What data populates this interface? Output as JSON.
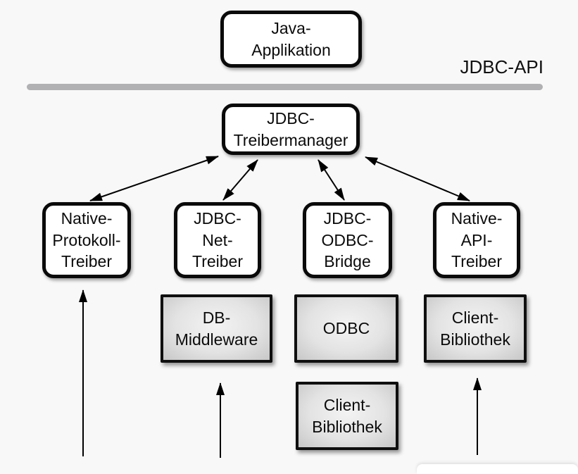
{
  "diagram": {
    "api_label": "JDBC-API",
    "nodes": [
      {
        "id": "java-applikation",
        "style": "white",
        "lines": [
          "Java-",
          "Applikation"
        ]
      },
      {
        "id": "jdbc-treibermanager",
        "style": "white",
        "lines": [
          "JDBC-",
          "Treibermanager"
        ]
      },
      {
        "id": "native-protokoll-treiber",
        "style": "white",
        "lines": [
          "Native-",
          "Protokoll-",
          "Treiber"
        ]
      },
      {
        "id": "jdbc-net-treiber",
        "style": "white",
        "lines": [
          "JDBC-",
          "Net-",
          "Treiber"
        ]
      },
      {
        "id": "jdbc-odbc-bridge",
        "style": "white",
        "lines": [
          "JDBC-",
          "ODBC-",
          "Bridge"
        ]
      },
      {
        "id": "native-api-treiber",
        "style": "white",
        "lines": [
          "Native-",
          "API-",
          "Treiber"
        ]
      },
      {
        "id": "db-middleware",
        "style": "gray",
        "lines": [
          "DB-",
          "Middleware"
        ]
      },
      {
        "id": "odbc",
        "style": "gray",
        "lines": [
          "ODBC"
        ]
      },
      {
        "id": "client-bibliothek-rechts",
        "style": "gray",
        "lines": [
          "Client-",
          "Bibliothek"
        ]
      },
      {
        "id": "client-bibliothek-unten",
        "style": "gray",
        "lines": [
          "Client-",
          "Bibliothek"
        ]
      }
    ],
    "edges": [
      {
        "from": "jdbc-treibermanager",
        "to": "native-protokoll-treiber",
        "direction": "bidirectional"
      },
      {
        "from": "jdbc-treibermanager",
        "to": "jdbc-net-treiber",
        "direction": "bidirectional"
      },
      {
        "from": "jdbc-treibermanager",
        "to": "jdbc-odbc-bridge",
        "direction": "bidirectional"
      },
      {
        "from": "jdbc-treibermanager",
        "to": "native-api-treiber",
        "direction": "bidirectional"
      },
      {
        "from": "offscreen-bottom",
        "to": "native-protokoll-treiber",
        "direction": "up"
      },
      {
        "from": "offscreen-bottom",
        "to": "db-middleware",
        "direction": "up"
      },
      {
        "from": "offscreen-bottom",
        "to": "client-bibliothek-rechts",
        "direction": "up"
      }
    ],
    "colors": {
      "background": "#f8f8f8",
      "box_white_fill": "#ffffff",
      "box_gray_fill_center": "#f3f3f3",
      "box_gray_fill_edge": "#c7c7c7",
      "border": "#0a0a0a",
      "api_line": "#b1b1b4",
      "arrow": "#000000"
    }
  }
}
